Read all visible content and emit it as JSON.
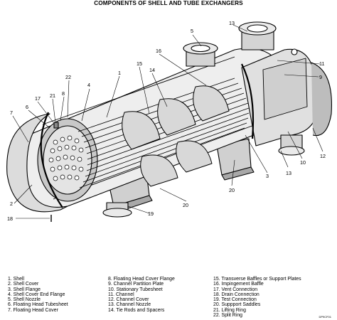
{
  "title": "COMPONENTS OF SHELL AND TUBE EXCHANGERS",
  "callouts": [
    "1",
    "2",
    "3",
    "4",
    "5",
    "6",
    "7",
    "8",
    "9",
    "10",
    "11",
    "12",
    "13",
    "14",
    "15",
    "16",
    "17",
    "18",
    "19",
    "20",
    "21",
    "22",
    "13",
    "20"
  ],
  "legend": {
    "col1": [
      "1. Shell",
      "2. Shell Cover",
      "3. Shell Flange",
      "4. Shell Cover End Flange",
      "5. Shell Nozzle",
      "6. Floating Head Tubesheet",
      "7. Floating Head Cover"
    ],
    "col2": [
      "8. Floating Head Cover Flange",
      "9. Channel Partition Plate",
      "10. Stationary Tubesheet",
      "11. Channel",
      "12. Channel Cover",
      "13. Channel Nozzle",
      "14. Tie Rods and Spacers"
    ],
    "col3": [
      "15. Transverse Baffles or Support Plates",
      "16. Impingement Baffle",
      "17. Vent Connection",
      "18. Drain Connection",
      "19. Test Connection",
      "20. Suppport Saddles",
      "21. Lifting Ring",
      "22. Split Ring"
    ]
  },
  "figure_code": "DP9CF01"
}
